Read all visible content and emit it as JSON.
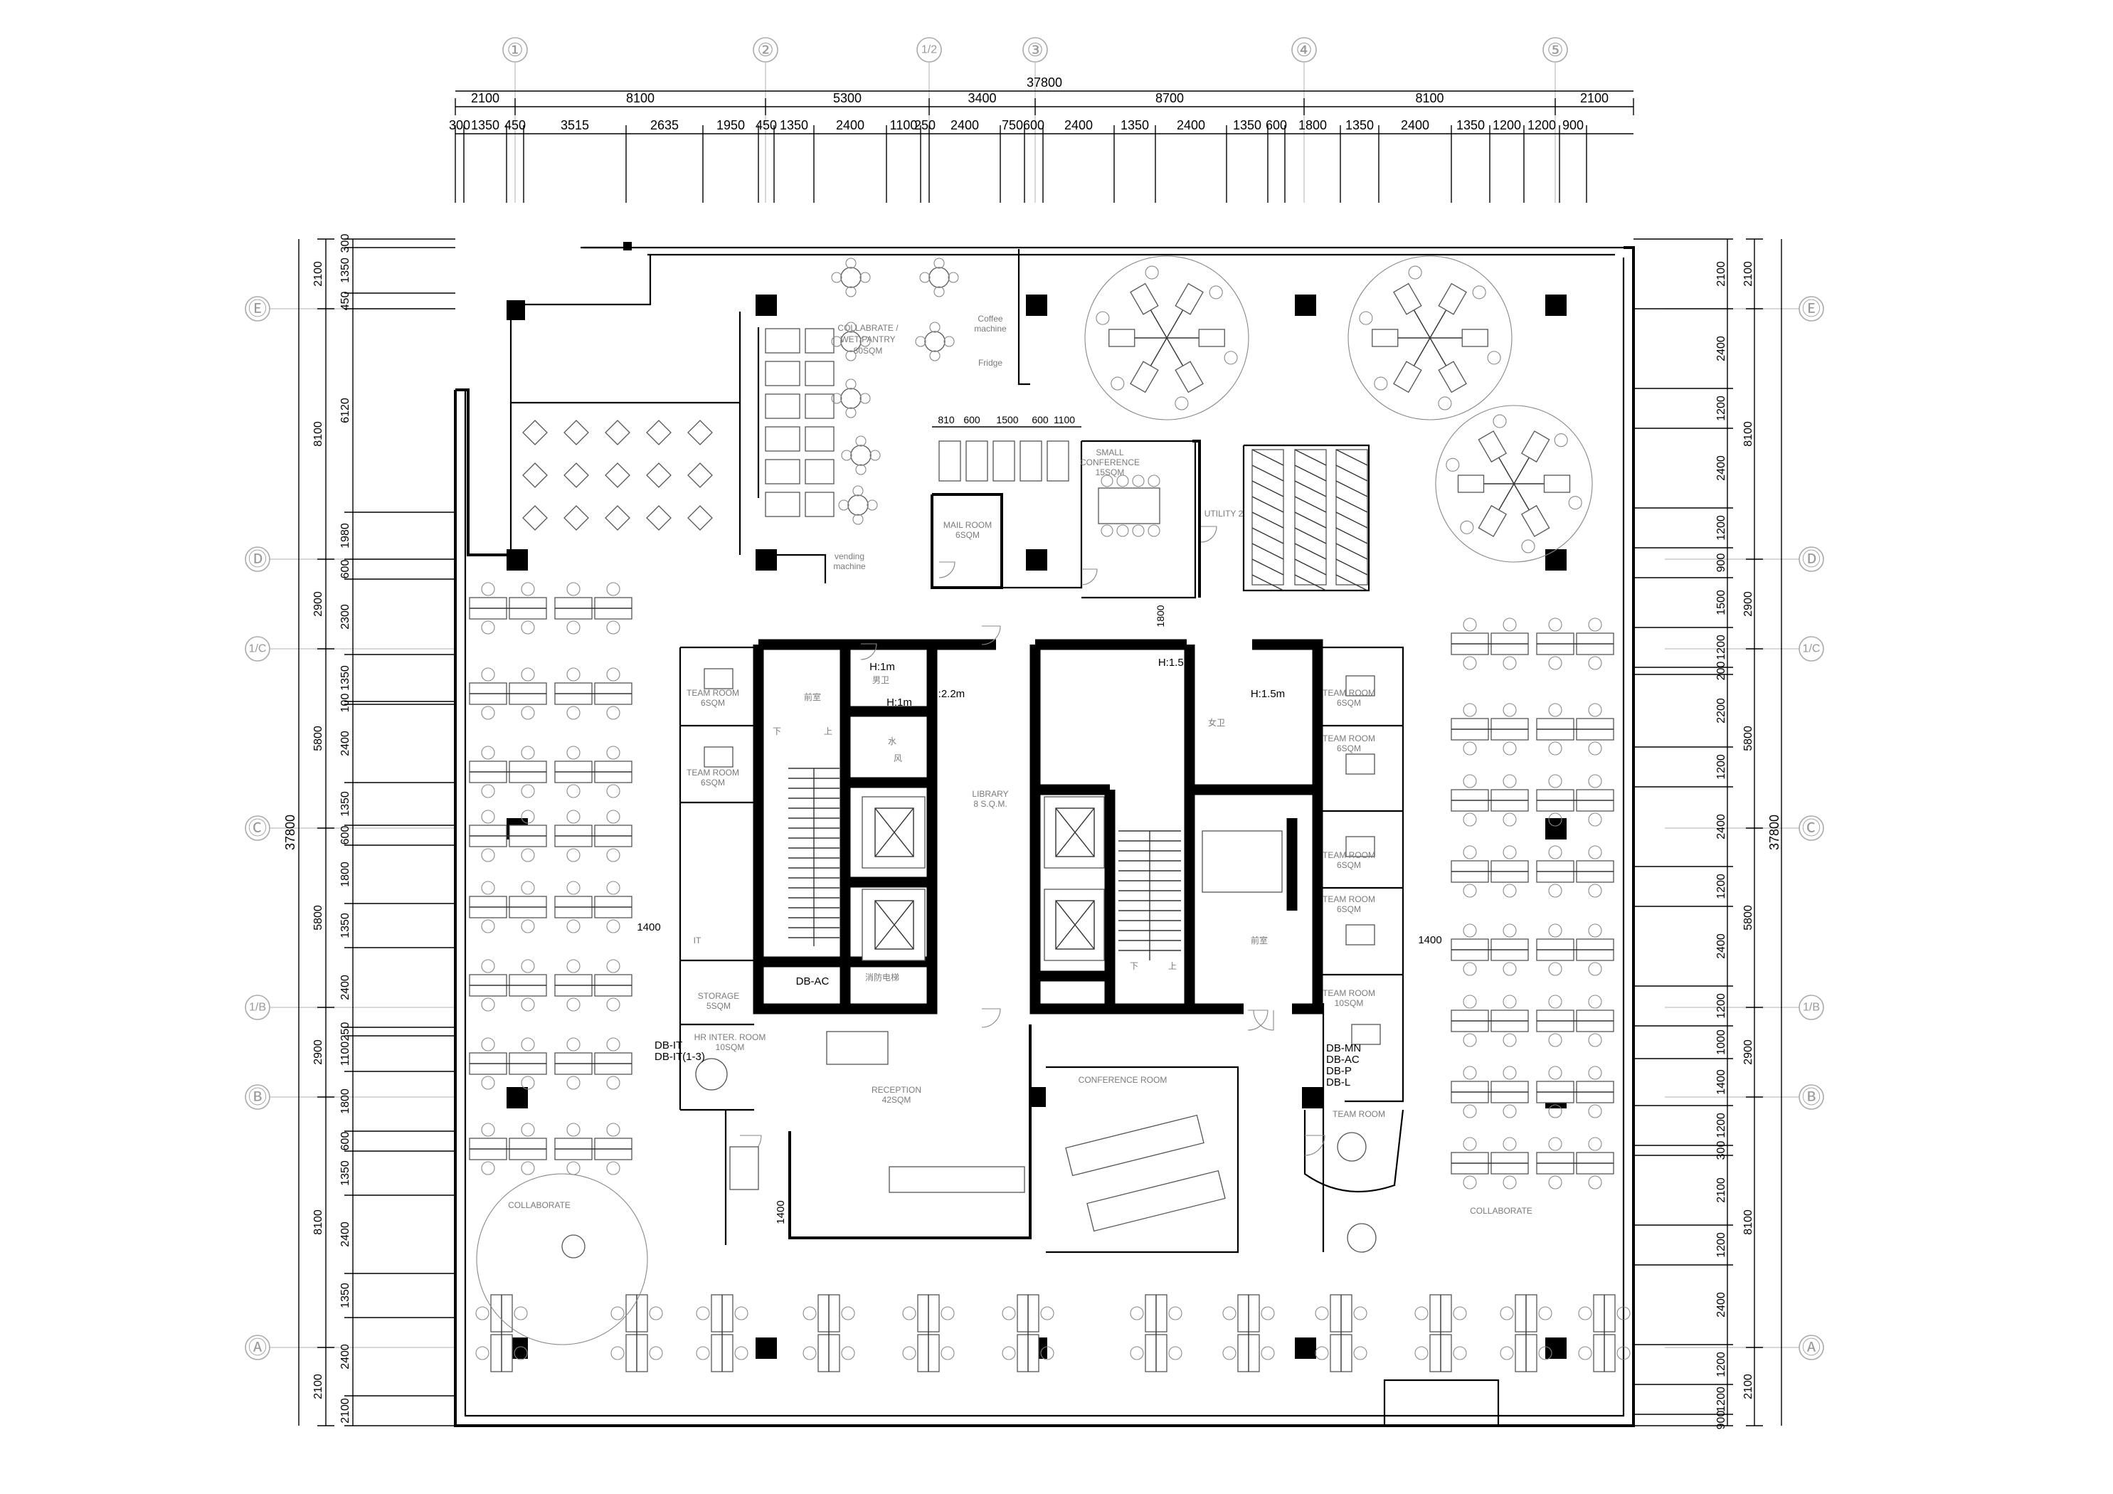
{
  "grid": {
    "columns": [
      "①",
      "②",
      "1/2",
      "③",
      "④",
      "⑤"
    ],
    "rows": [
      "Ⓔ",
      "Ⓓ",
      "1/C",
      "Ⓒ",
      "1/B",
      "Ⓑ",
      "Ⓐ"
    ]
  },
  "top_dims": {
    "overall": "37800",
    "level1": [
      "2100",
      "8100",
      "5300",
      "3400",
      "8700",
      "8100",
      "2100"
    ],
    "level2": [
      "300",
      "1350",
      "450",
      "3515",
      "2635",
      "1950",
      "450",
      "1350",
      "2400",
      "1100",
      "250",
      "2400",
      "750",
      "600",
      "2400",
      "1350",
      "2400",
      "1350",
      "600",
      "1800",
      "1350",
      "2400",
      "1350",
      "1200",
      "1200",
      "900"
    ]
  },
  "left_dims": {
    "overall": "37800",
    "level1": [
      "2100",
      "8100",
      "2900",
      "5800",
      "5800",
      "2900",
      "8100",
      "2100"
    ],
    "level2": [
      "300",
      "1350",
      "450",
      "6120",
      "1980",
      "600",
      "2300",
      "1350",
      "100",
      "2400",
      "1350",
      "600",
      "1800",
      "1350",
      "2400",
      "250",
      "1100",
      "1800",
      "600",
      "1350",
      "2400",
      "1350",
      "2400",
      "2100"
    ]
  },
  "right_dims": {
    "overall": "37800",
    "level1": [
      "2100",
      "8100",
      "2900",
      "5800",
      "5800",
      "2900",
      "8100",
      "2100"
    ],
    "level2": [
      "2100",
      "2400",
      "1200",
      "2400",
      "1200",
      "900",
      "1500",
      "1200",
      "200",
      "2200",
      "1200",
      "2400",
      "1200",
      "2400",
      "1200",
      "1000",
      "1400",
      "1200",
      "300",
      "2100",
      "1200",
      "2400",
      "1200",
      "1200",
      "900"
    ]
  },
  "inner_dims": {
    "mail_row": [
      "810",
      "600",
      "1500",
      "600",
      "1100"
    ],
    "h_labels": [
      "H:1m",
      "H:1m",
      "H:2.2m",
      "H:1.5m",
      "H:1.5m"
    ],
    "misc": [
      "1800",
      "1400",
      "1400",
      "1400"
    ]
  },
  "rooms": {
    "collab_pantry": [
      "COLLABRATE /",
      "WET PANTRY",
      "80SQM"
    ],
    "coffee": [
      "Coffee",
      "machine"
    ],
    "fridge": "Fridge",
    "vending": [
      "vending",
      "machine"
    ],
    "small_conf": [
      "SMALL",
      "CONFERENCE",
      "15SQM"
    ],
    "mail_room": [
      "MAIL ROOM",
      "6SQM"
    ],
    "utility": "UTILITY 2",
    "team_room_1": [
      "TEAM ROOM",
      "6SQM"
    ],
    "team_room_2": [
      "TEAM ROOM",
      "6SQM"
    ],
    "team_room_r1": [
      "TEAM ROOM",
      "6SQM"
    ],
    "team_room_r2": [
      "TEAM ROOM",
      "6SQM"
    ],
    "team_room_r3": [
      "TEAM ROOM",
      "6SQM"
    ],
    "team_room_r4": [
      "TEAM ROOM",
      "6SQM"
    ],
    "team_room_r5": [
      "TEAM ROOM",
      "10SQM"
    ],
    "team_room_r6": "TEAM ROOM",
    "library": [
      "LIBRARY",
      "8 S.Q.M."
    ],
    "storage": [
      "STORAGE",
      "5SQM"
    ],
    "it_room": "IT",
    "hr_room": [
      "HR INTER. ROOM",
      "10SQM"
    ],
    "reception": [
      "RECEPTION",
      "42SQM"
    ],
    "conference": "CONFERENCE ROOM",
    "collaborate_left": "COLLABORATE",
    "collaborate_right": "COLLABORATE",
    "db_ac": "DB-AC",
    "db_it": [
      "DB-IT",
      "DB-IT(1-3)"
    ],
    "db_right": [
      "DB-MN",
      "DB-AC",
      "DB-P",
      "DB-L"
    ],
    "core_cn": [
      "前室",
      "男卫",
      "女卫",
      "前室",
      "水",
      "风",
      "下",
      "上",
      "下",
      "上",
      "消防电梯"
    ]
  }
}
